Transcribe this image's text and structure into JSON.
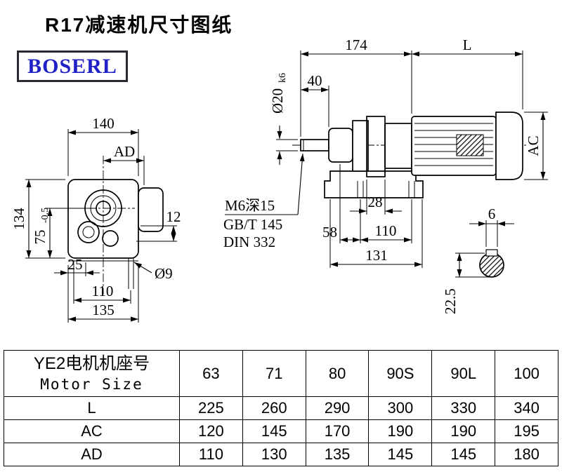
{
  "page": {
    "title": "R17减速机尺寸图纸",
    "brand": "BOSERL"
  },
  "front_view": {
    "dim_140": "140",
    "dim_ad": "AD",
    "dim_134": "134",
    "dim_75": "75",
    "dim_75_tol": "-0.5",
    "dim_25": "25",
    "dim_12": "12",
    "dim_d9": "Ø9",
    "dim_110": "110",
    "dim_135": "135"
  },
  "side_view": {
    "dim_174": "174",
    "dim_L": "L",
    "dim_40": "40",
    "shaft_dia": "Ø20",
    "shaft_fit": "k6",
    "dim_ac": "AC",
    "tap_line1": "M6深15",
    "tap_line2": "GB/T 145",
    "tap_line3": "DIN 332",
    "dim_28": "28",
    "dim_58": "58",
    "dim_110": "110",
    "dim_131": "131"
  },
  "key_section": {
    "dim_6": "6",
    "dim_22_5": "22.5"
  },
  "table": {
    "motor_size_cn": "YE2电机机座号",
    "motor_size_en": "Motor Size",
    "sizes": [
      "63",
      "71",
      "80",
      "90S",
      "90L",
      "100"
    ],
    "rows": [
      {
        "label": "L",
        "values": [
          "225",
          "260",
          "290",
          "300",
          "330",
          "340"
        ]
      },
      {
        "label": "AC",
        "values": [
          "120",
          "145",
          "170",
          "190",
          "190",
          "195"
        ]
      },
      {
        "label": "AD",
        "values": [
          "110",
          "130",
          "135",
          "145",
          "145",
          "180"
        ]
      }
    ]
  }
}
